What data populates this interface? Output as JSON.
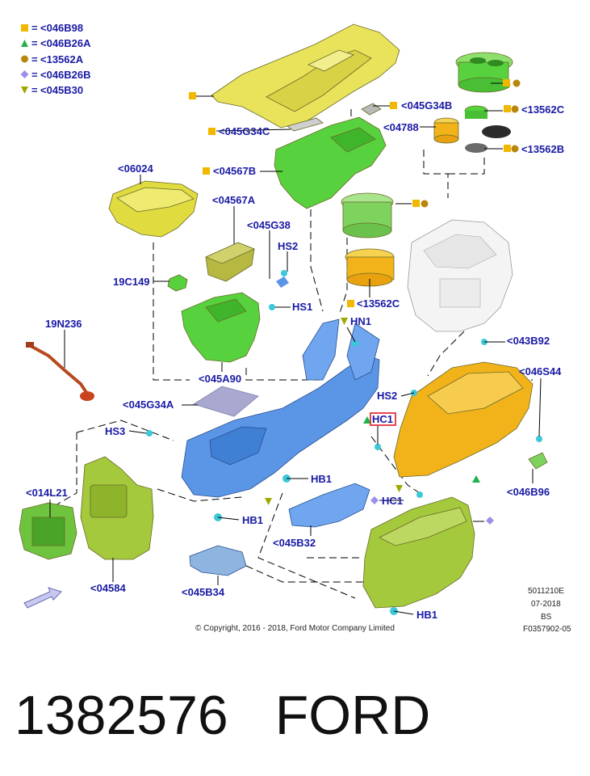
{
  "legend": [
    {
      "symbol": "square",
      "color": "#f2b800",
      "text": "<046B98"
    },
    {
      "symbol": "triangle",
      "color": "#22b14c",
      "text": "<046B26A"
    },
    {
      "symbol": "circle",
      "color": "#b8860b",
      "text": "<13562A"
    },
    {
      "symbol": "diamond",
      "color": "#9b8fe8",
      "text": "<046B26B"
    },
    {
      "symbol": "triangle-down",
      "color": "#9ea800",
      "text": "<045B30"
    }
  ],
  "legend_equals": "=",
  "callouts": {
    "c1": "<045G34B",
    "c2": "<13562C",
    "c3": "<045G34C",
    "c4": "<04788",
    "c5": "<13562B",
    "c6": "<06024",
    "c7": "<04567B",
    "c8": "<04567A",
    "c9": "<045G38",
    "c10": "HS2",
    "c11": "19C149",
    "c12": "HS1",
    "c13": "<13562C",
    "c14": "19N236",
    "c15": "HN1",
    "c16": "<043B92",
    "c17": "<045A90",
    "c18": "<046S44",
    "c19": "<045G34A",
    "c20": "HS2",
    "c21": "HC1",
    "c22": "HS3",
    "c23": "HB1",
    "c24": "<014L21",
    "c25": "HC1",
    "c26": "<046B96",
    "c27": "HB1",
    "c28": "<045B32",
    "c29": "<04584",
    "c30": "<045B34",
    "c31": "HB1"
  },
  "footer": {
    "ref1": "5011210E",
    "ref2": "07-2018",
    "ref3": "BS",
    "ref4": "F0357902-05",
    "copyright": "© Copyright, 2016 - 2018, Ford Motor Company Limited"
  },
  "caption": {
    "part_number": "1382576",
    "brand": "FORD"
  },
  "colors": {
    "label_blue": "#1a1aa6",
    "highlight_red": "#e01b24",
    "part_yellow": "#e8e35a",
    "part_green": "#58d13e",
    "part_blue": "#5b96e6",
    "part_orange": "#f2b31a",
    "part_lime": "#a4c93c"
  }
}
